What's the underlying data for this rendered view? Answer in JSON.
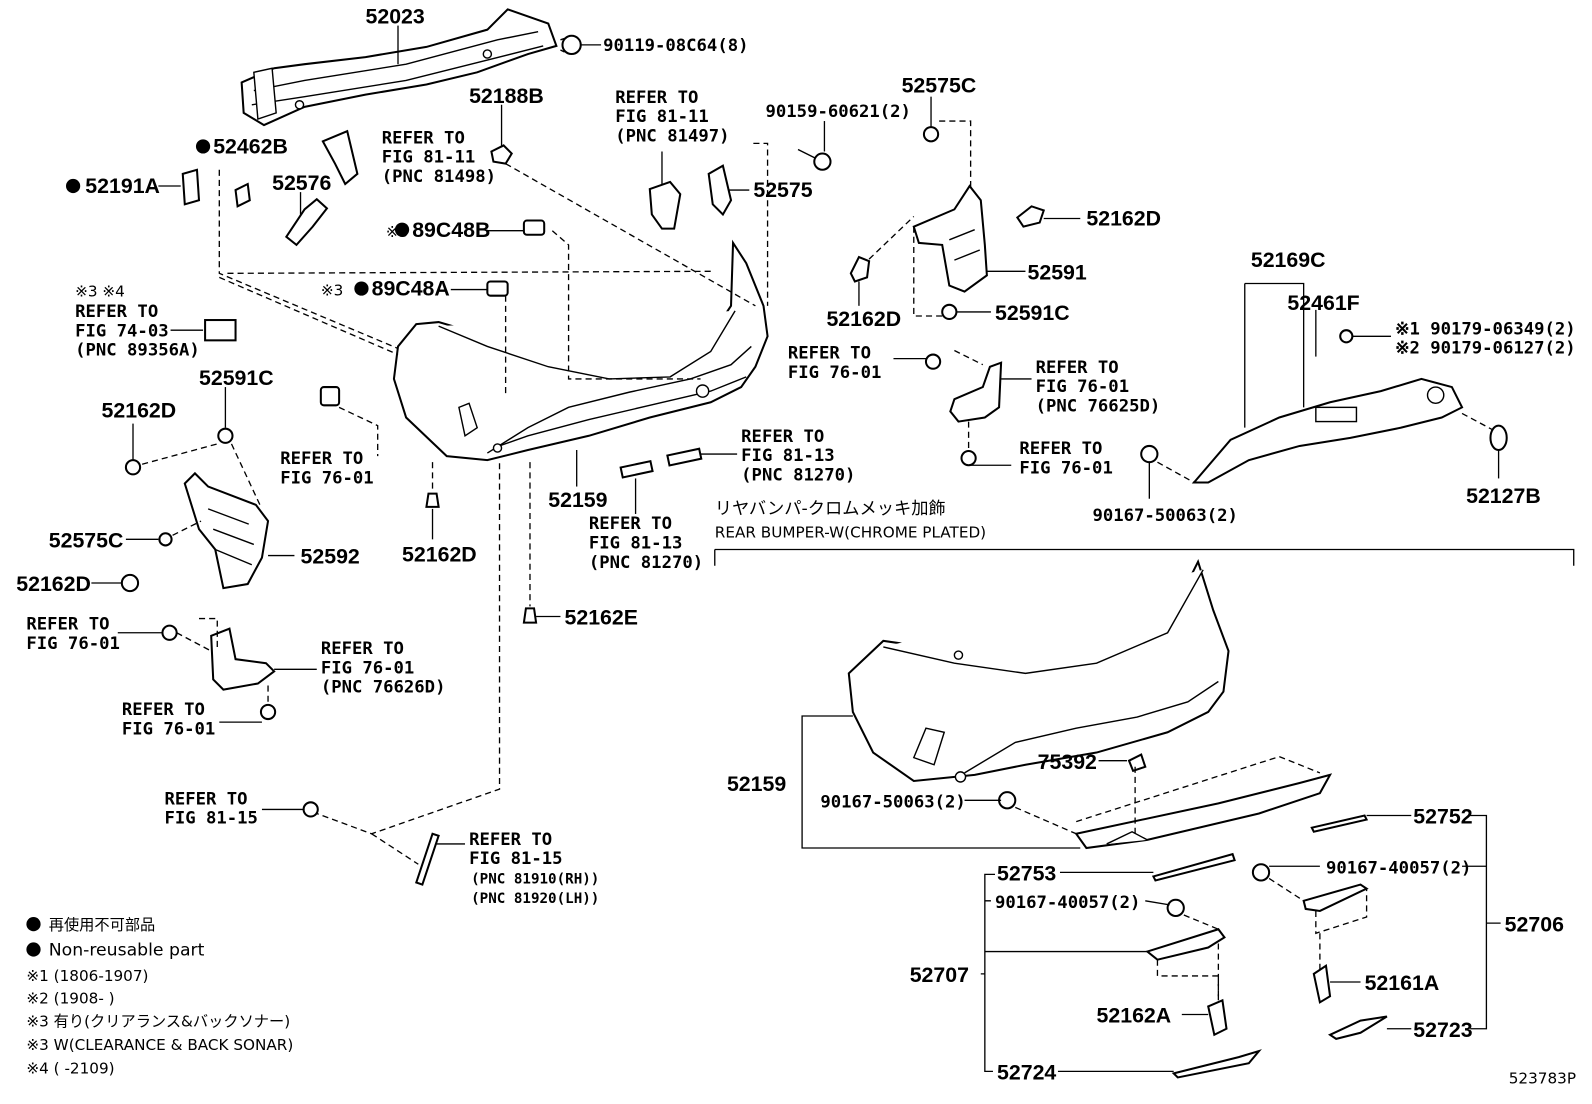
{
  "header": {
    "section_jp": "リヤバンパ-クロムメッキ加飾",
    "section_en": "REAR BUMPER-W(CHROME PLATED)",
    "drawing_no": "523783P"
  },
  "legend": {
    "nonreusable_jp": "再使用不可部品",
    "nonreusable_en": "Non-reusable part",
    "note1": "※1 (1806-1907)",
    "note2": "※2 (1908-         )",
    "note3_jp": "※3 有り(クリアランス&バックソナー)",
    "note3_en": "※3 W(CLEARANCE & BACK SONAR)",
    "note4": "※4 (         -2109)"
  },
  "parts": {
    "p52023": "52023",
    "p90119": "90119-08C64(8)",
    "p52188B": "52188B",
    "p52462B": "52462B",
    "p52191A": "52191A",
    "p52576": "52576",
    "p52575": "52575",
    "p90159": "90159-60621(2)",
    "p52575C_top": "52575C",
    "p52162D_r1": "52162D",
    "p52591": "52591",
    "p52162D_r2": "52162D",
    "p52591C_r": "52591C",
    "p89C48B_pre": "※3",
    "p89C48B": "89C48B",
    "p89C48A_pre": "※3",
    "p89C48A": "89C48A",
    "p52169C": "52169C",
    "p52461F": "52461F",
    "p90179_a": "※1 90179-06349(2)",
    "p90179_b": "※2 90179-06127(2)",
    "p52127B": "52127B",
    "p90167_50063_top": "90167-50063(2)",
    "p52591C_l": "52591C",
    "p52162D_l1": "52162D",
    "p52575C_l": "52575C",
    "p52592": "52592",
    "p52162D_l2": "52162D",
    "p52159_top": "52159",
    "p52162D_mid": "52162D",
    "p52162E": "52162E",
    "p52159_bot": "52159",
    "p90167_50063_bot": "90167-50063(2)",
    "p75392": "75392",
    "p52752": "52752",
    "p52753": "52753",
    "p90167_40057_r": "90167-40057(2)",
    "p90167_40057_l": "90167-40057(2)",
    "p52706": "52706",
    "p52707": "52707",
    "p52161A": "52161A",
    "p52162A": "52162A",
    "p52723": "52723",
    "p52724": "52724"
  },
  "refs": {
    "r8111_a": [
      "REFER TO",
      "FIG 81-11",
      "(PNC 81497)"
    ],
    "r8111_b": [
      "REFER TO",
      "FIG 81-11",
      "(PNC 81498)"
    ],
    "r7403": [
      "※3 ※4",
      "REFER TO",
      "FIG 74-03",
      "(PNC 89356A)"
    ],
    "r7601_mid": [
      "REFER TO",
      "FIG 76-01"
    ],
    "r8113_a": [
      "REFER TO",
      "FIG 81-13",
      "(PNC 81270)"
    ],
    "r8113_b": [
      "REFER TO",
      "FIG 81-13",
      "(PNC 81270)"
    ],
    "r7601_r1": [
      "REFER TO",
      "FIG 76-01"
    ],
    "r7601_r2": [
      "REFER TO",
      "FIG 76-01",
      "(PNC 76625D)"
    ],
    "r7601_r3": [
      "REFER TO",
      "FIG 76-01"
    ],
    "r7601_l1": [
      "REFER TO",
      "FIG 76-01"
    ],
    "r7601_l2": [
      "REFER TO",
      "FIG 76-01",
      "(PNC 76626D)"
    ],
    "r7601_l3": [
      "REFER TO",
      "FIG 76-01"
    ],
    "r8115_a": [
      "REFER TO",
      "FIG 81-15"
    ],
    "r8115_b": [
      "REFER TO",
      "FIG 81-15",
      "(PNC 81910(RH))",
      "(PNC 81920(LH))"
    ]
  }
}
